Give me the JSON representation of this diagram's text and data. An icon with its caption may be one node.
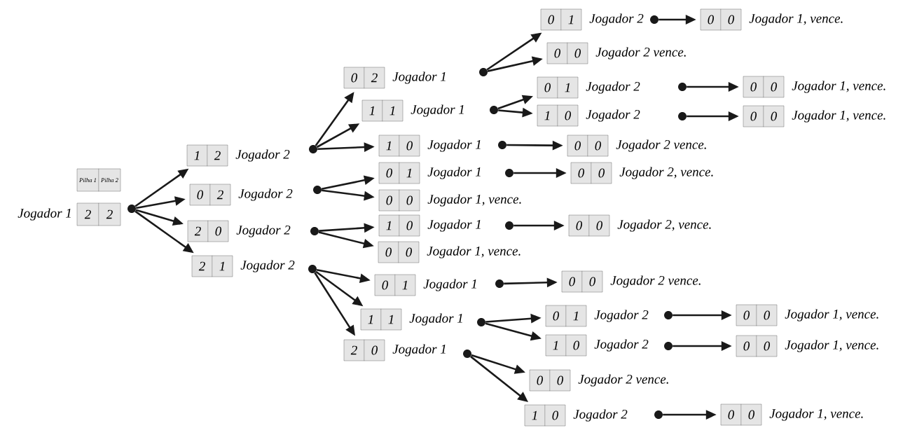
{
  "diagram": {
    "nodes": [
      {
        "text": [
          "Pilha 1",
          "Pilha 2"
        ]
      },
      {
        "text": [
          "2",
          "2"
        ],
        "beside": [
          "Jogador 1"
        ]
      },
      {
        "text": [],
        "shape": "circle"
      },
      {
        "text": [
          "1",
          "2"
        ],
        "beside": [
          "Jogador 2"
        ]
      },
      {
        "text": [],
        "shape": "circle"
      },
      {
        "text": [
          "0",
          "2"
        ],
        "beside": [
          "Jogador 1"
        ]
      },
      {
        "text": [],
        "shape": "circle"
      },
      {
        "text": [
          "0",
          "1"
        ],
        "beside": [
          "Jogador 2"
        ]
      },
      {
        "text": [],
        "shape": "circle"
      },
      {
        "text": [
          "0",
          "0"
        ],
        "beside": [
          "Jogador 1, vence."
        ]
      },
      {
        "text": [
          "0",
          "0"
        ],
        "beside": [
          "Jogador 2 vence."
        ]
      },
      {
        "text": [
          "1",
          "1"
        ],
        "beside": [
          "Jogador 1"
        ]
      },
      {
        "text": [],
        "shape": "circle"
      },
      {
        "text": [
          "0",
          "1"
        ],
        "beside": [
          "Jogador 2"
        ]
      },
      {
        "text": [],
        "shape": "circle"
      },
      {
        "text": [
          "0",
          "0"
        ],
        "beside": [
          "Jogador 1, vence."
        ]
      },
      {
        "text": [
          "1",
          "0"
        ],
        "beside": [
          "Jogador 2"
        ]
      },
      {
        "text": [],
        "shape": "circle"
      },
      {
        "text": [
          "0",
          "0"
        ],
        "beside": [
          "Jogador 1, vence."
        ]
      },
      {
        "text": [
          "1",
          "0"
        ],
        "beside": [
          "Jogador 1"
        ]
      },
      {
        "text": [],
        "shape": "circle"
      },
      {
        "text": [
          "0",
          "0"
        ],
        "beside": [
          "Jogador 2 vence."
        ]
      },
      {
        "text": [
          "0",
          "2"
        ],
        "beside": [
          "Jogador 2"
        ]
      },
      {
        "text": [],
        "shape": "circle"
      },
      {
        "text": [
          "0",
          "1"
        ],
        "beside": [
          "Jogador 1"
        ]
      },
      {
        "text": [],
        "shape": "circle"
      },
      {
        "text": [
          "0",
          "0"
        ],
        "beside": [
          "Jogador 2, vence."
        ]
      },
      {
        "text": [
          "0",
          "0"
        ],
        "beside": [
          "Jogador 1, vence."
        ]
      },
      {
        "text": [
          "2",
          "0"
        ],
        "beside": [
          "Jogador 2"
        ]
      },
      {
        "text": [],
        "shape": "circle"
      },
      {
        "text": [
          "1",
          "0"
        ],
        "beside": [
          "Jogador 1"
        ]
      },
      {
        "text": [],
        "shape": "circle"
      },
      {
        "text": [
          "0",
          "0"
        ],
        "beside": [
          "Jogador 2, vence."
        ]
      },
      {
        "text": [
          "0",
          "0"
        ],
        "beside": [
          "Jogador 1, vence."
        ]
      },
      {
        "text": [
          "2",
          "1"
        ],
        "beside": [
          "Jogador 2"
        ]
      },
      {
        "text": [],
        "shape": "circle"
      },
      {
        "text": [
          "0",
          "1"
        ],
        "beside": [
          "Jogador 1"
        ]
      },
      {
        "text": [],
        "shape": "circle"
      },
      {
        "text": [
          "0",
          "0"
        ],
        "beside": [
          "Jogador 2 vence."
        ]
      },
      {
        "text": [
          "1",
          "1"
        ],
        "beside": [
          "Jogador 1"
        ]
      },
      {
        "text": [],
        "shape": "circle"
      },
      {
        "text": [
          "0",
          "1"
        ],
        "beside": [
          "Jogador 2"
        ]
      },
      {
        "text": [],
        "shape": "circle"
      },
      {
        "text": [
          "0",
          "0"
        ],
        "beside": [
          "Jogador 1, vence."
        ]
      },
      {
        "text": [
          "1",
          "0"
        ],
        "beside": [
          "Jogador 2"
        ]
      },
      {
        "text": [],
        "shape": "circle"
      },
      {
        "text": [
          "0",
          "0"
        ],
        "beside": [
          "Jogador 1, vence."
        ]
      },
      {
        "text": [
          "2",
          "0"
        ],
        "beside": [
          "Jogador 1"
        ]
      },
      {
        "text": [],
        "shape": "circle"
      },
      {
        "text": [
          "0",
          "0"
        ],
        "beside": [
          "Jogador 2 vence."
        ]
      },
      {
        "text": [
          "1",
          "0"
        ],
        "beside": [
          "Jogador 2"
        ]
      },
      {
        "text": [],
        "shape": "circle"
      },
      {
        "text": [
          "0",
          "0"
        ],
        "beside": [
          "Jogador 1, vence."
        ]
      }
    ],
    "edges": [
      {
        "from": 2,
        "to": 3,
        "arrow": "to"
      },
      {
        "from": 2,
        "to": 22,
        "arrow": "to"
      },
      {
        "from": 2,
        "to": 28,
        "arrow": "to"
      },
      {
        "from": 2,
        "to": 34,
        "arrow": "to"
      },
      {
        "from": 4,
        "to": 5,
        "arrow": "to"
      },
      {
        "from": 4,
        "to": 11,
        "arrow": "to"
      },
      {
        "from": 4,
        "to": 19,
        "arrow": "to"
      },
      {
        "from": 6,
        "to": 7,
        "arrow": "to"
      },
      {
        "from": 6,
        "to": 10,
        "arrow": "to"
      },
      {
        "from": 8,
        "to": 9,
        "arrow": "to"
      },
      {
        "from": 12,
        "to": 13,
        "arrow": "to"
      },
      {
        "from": 12,
        "to": 16,
        "arrow": "to"
      },
      {
        "from": 14,
        "to": 15,
        "arrow": "to"
      },
      {
        "from": 17,
        "to": 18,
        "arrow": "to"
      },
      {
        "from": 20,
        "to": 21,
        "arrow": "to"
      },
      {
        "from": 23,
        "to": 24,
        "arrow": "to"
      },
      {
        "from": 23,
        "to": 27,
        "arrow": "to"
      },
      {
        "from": 25,
        "to": 26,
        "arrow": "to"
      },
      {
        "from": 29,
        "to": 30,
        "arrow": "to"
      },
      {
        "from": 29,
        "to": 33,
        "arrow": "to"
      },
      {
        "from": 31,
        "to": 32,
        "arrow": "to"
      },
      {
        "from": 35,
        "to": 36,
        "arrow": "to"
      },
      {
        "from": 35,
        "to": 39,
        "arrow": "to"
      },
      {
        "from": 35,
        "to": 47,
        "arrow": "to"
      },
      {
        "from": 37,
        "to": 38,
        "arrow": "to"
      },
      {
        "from": 40,
        "to": 41,
        "arrow": "to"
      },
      {
        "from": 40,
        "to": 44,
        "arrow": "to"
      },
      {
        "from": 42,
        "to": 43,
        "arrow": "to"
      },
      {
        "from": 45,
        "to": 46,
        "arrow": "to"
      },
      {
        "from": 48,
        "to": 49,
        "arrow": "to"
      },
      {
        "from": 48,
        "to": 50,
        "arrow": "to"
      },
      {
        "from": 51,
        "to": 52,
        "arrow": "to"
      }
    ]
  }
}
